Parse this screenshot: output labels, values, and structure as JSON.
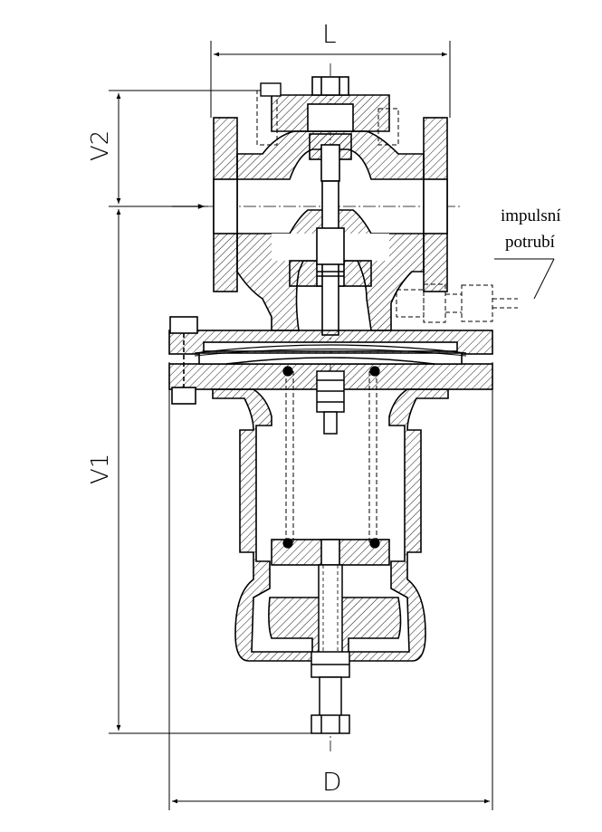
{
  "dimensions": {
    "L": "L",
    "D": "D",
    "V1": "V1",
    "V2": "V2"
  },
  "labels": {
    "impulse_line_1": "impulsní",
    "impulse_line_2": "potrubí"
  },
  "colors": {
    "line": "#000000",
    "background": "#ffffff"
  }
}
